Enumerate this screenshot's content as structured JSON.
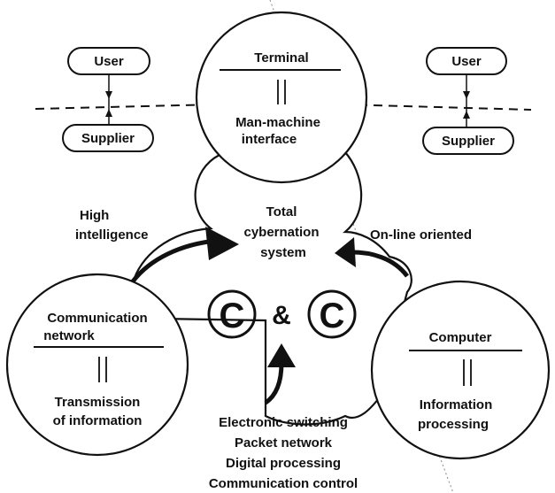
{
  "top_left": {
    "user": "User",
    "supplier": "Supplier"
  },
  "top_right": {
    "user": "User",
    "supplier": "Supplier"
  },
  "terminal": {
    "title": "Terminal",
    "line1": "Man-machine",
    "line2": "interface"
  },
  "communication": {
    "title_line1": "Communication",
    "title_line2": "network",
    "line1": "Transmission",
    "line2": "of information"
  },
  "computer": {
    "title": "Computer",
    "line1": "Information",
    "line2": "processing"
  },
  "center": {
    "line1": "Total",
    "line2": "cybernation",
    "line3": "system",
    "c_left": "C",
    "amp": "&",
    "c_right": "C"
  },
  "left_arrow": {
    "line1": "High",
    "line2": "intelligence"
  },
  "right_arrow": {
    "line1": "On-line oriented"
  },
  "bottom": {
    "items": [
      "Electronic switching",
      "Packet network",
      "Digital processing",
      "Communication control"
    ]
  },
  "colors": {
    "ink": "#111111",
    "background": "#ffffff"
  }
}
